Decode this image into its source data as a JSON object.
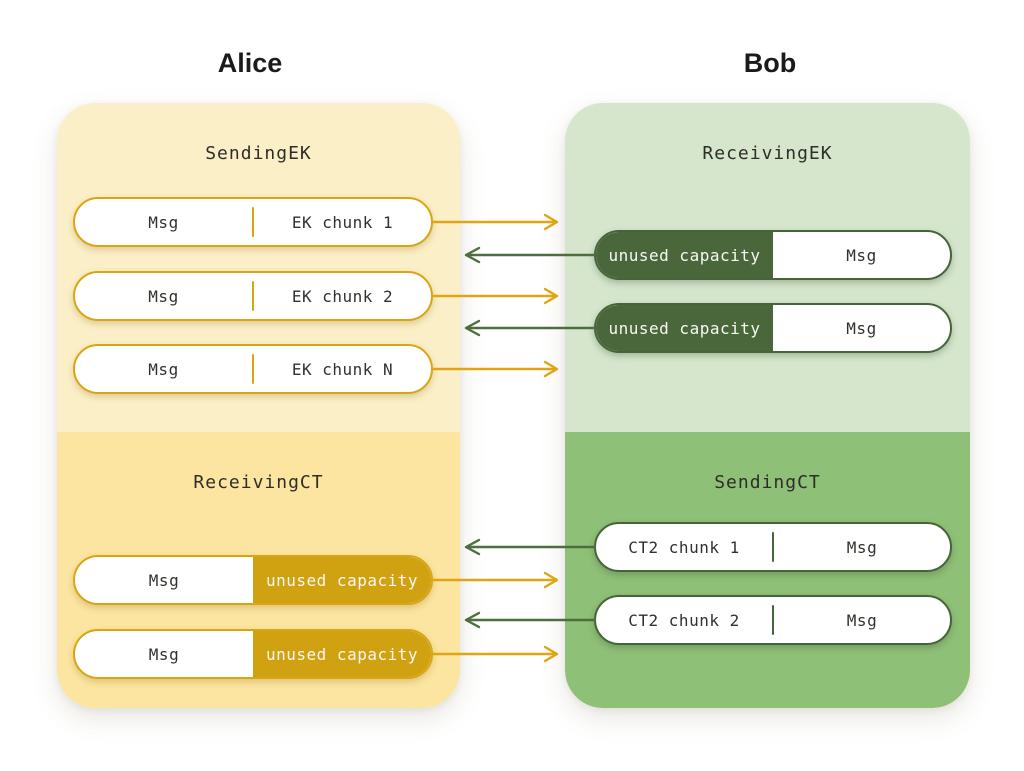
{
  "headers": {
    "alice": "Alice",
    "bob": "Bob"
  },
  "panels": {
    "sending_ek": {
      "title": "SendingEK",
      "pills": [
        {
          "left": "Msg",
          "right": "EK chunk 1"
        },
        {
          "left": "Msg",
          "right": "EK chunk 2"
        },
        {
          "left": "Msg",
          "right": "EK chunk N"
        }
      ]
    },
    "receiving_ek": {
      "title": "ReceivingEK",
      "pills": [
        {
          "left": "unused capacity",
          "right": "Msg"
        },
        {
          "left": "unused capacity",
          "right": "Msg"
        }
      ]
    },
    "receiving_ct": {
      "title": "ReceivingCT",
      "pills": [
        {
          "left": "Msg",
          "right": "unused capacity"
        },
        {
          "left": "Msg",
          "right": "unused capacity"
        }
      ]
    },
    "sending_ct": {
      "title": "SendingCT",
      "pills": [
        {
          "left": "CT2 chunk 1",
          "right": "Msg"
        },
        {
          "left": "CT2 chunk 2",
          "right": "Msg"
        }
      ]
    }
  },
  "arrows": {
    "alice_to_bob": {
      "direction": "right",
      "color": "#DFA513",
      "count": 5
    },
    "bob_to_alice": {
      "direction": "left",
      "color": "#4E6E3F",
      "count": 4
    }
  },
  "colors": {
    "alice_panel_light": "#FBEFC7",
    "alice_panel_dark": "#FBE5A0",
    "bob_panel_light": "#D5E6CC",
    "bob_panel_dark": "#8FC077",
    "gold_border": "#D9A513",
    "gold_fill": "#D0A111",
    "green_dark": "#4A673B",
    "text_dark": "#2E2D28",
    "text_light": "#F7F8F3"
  }
}
